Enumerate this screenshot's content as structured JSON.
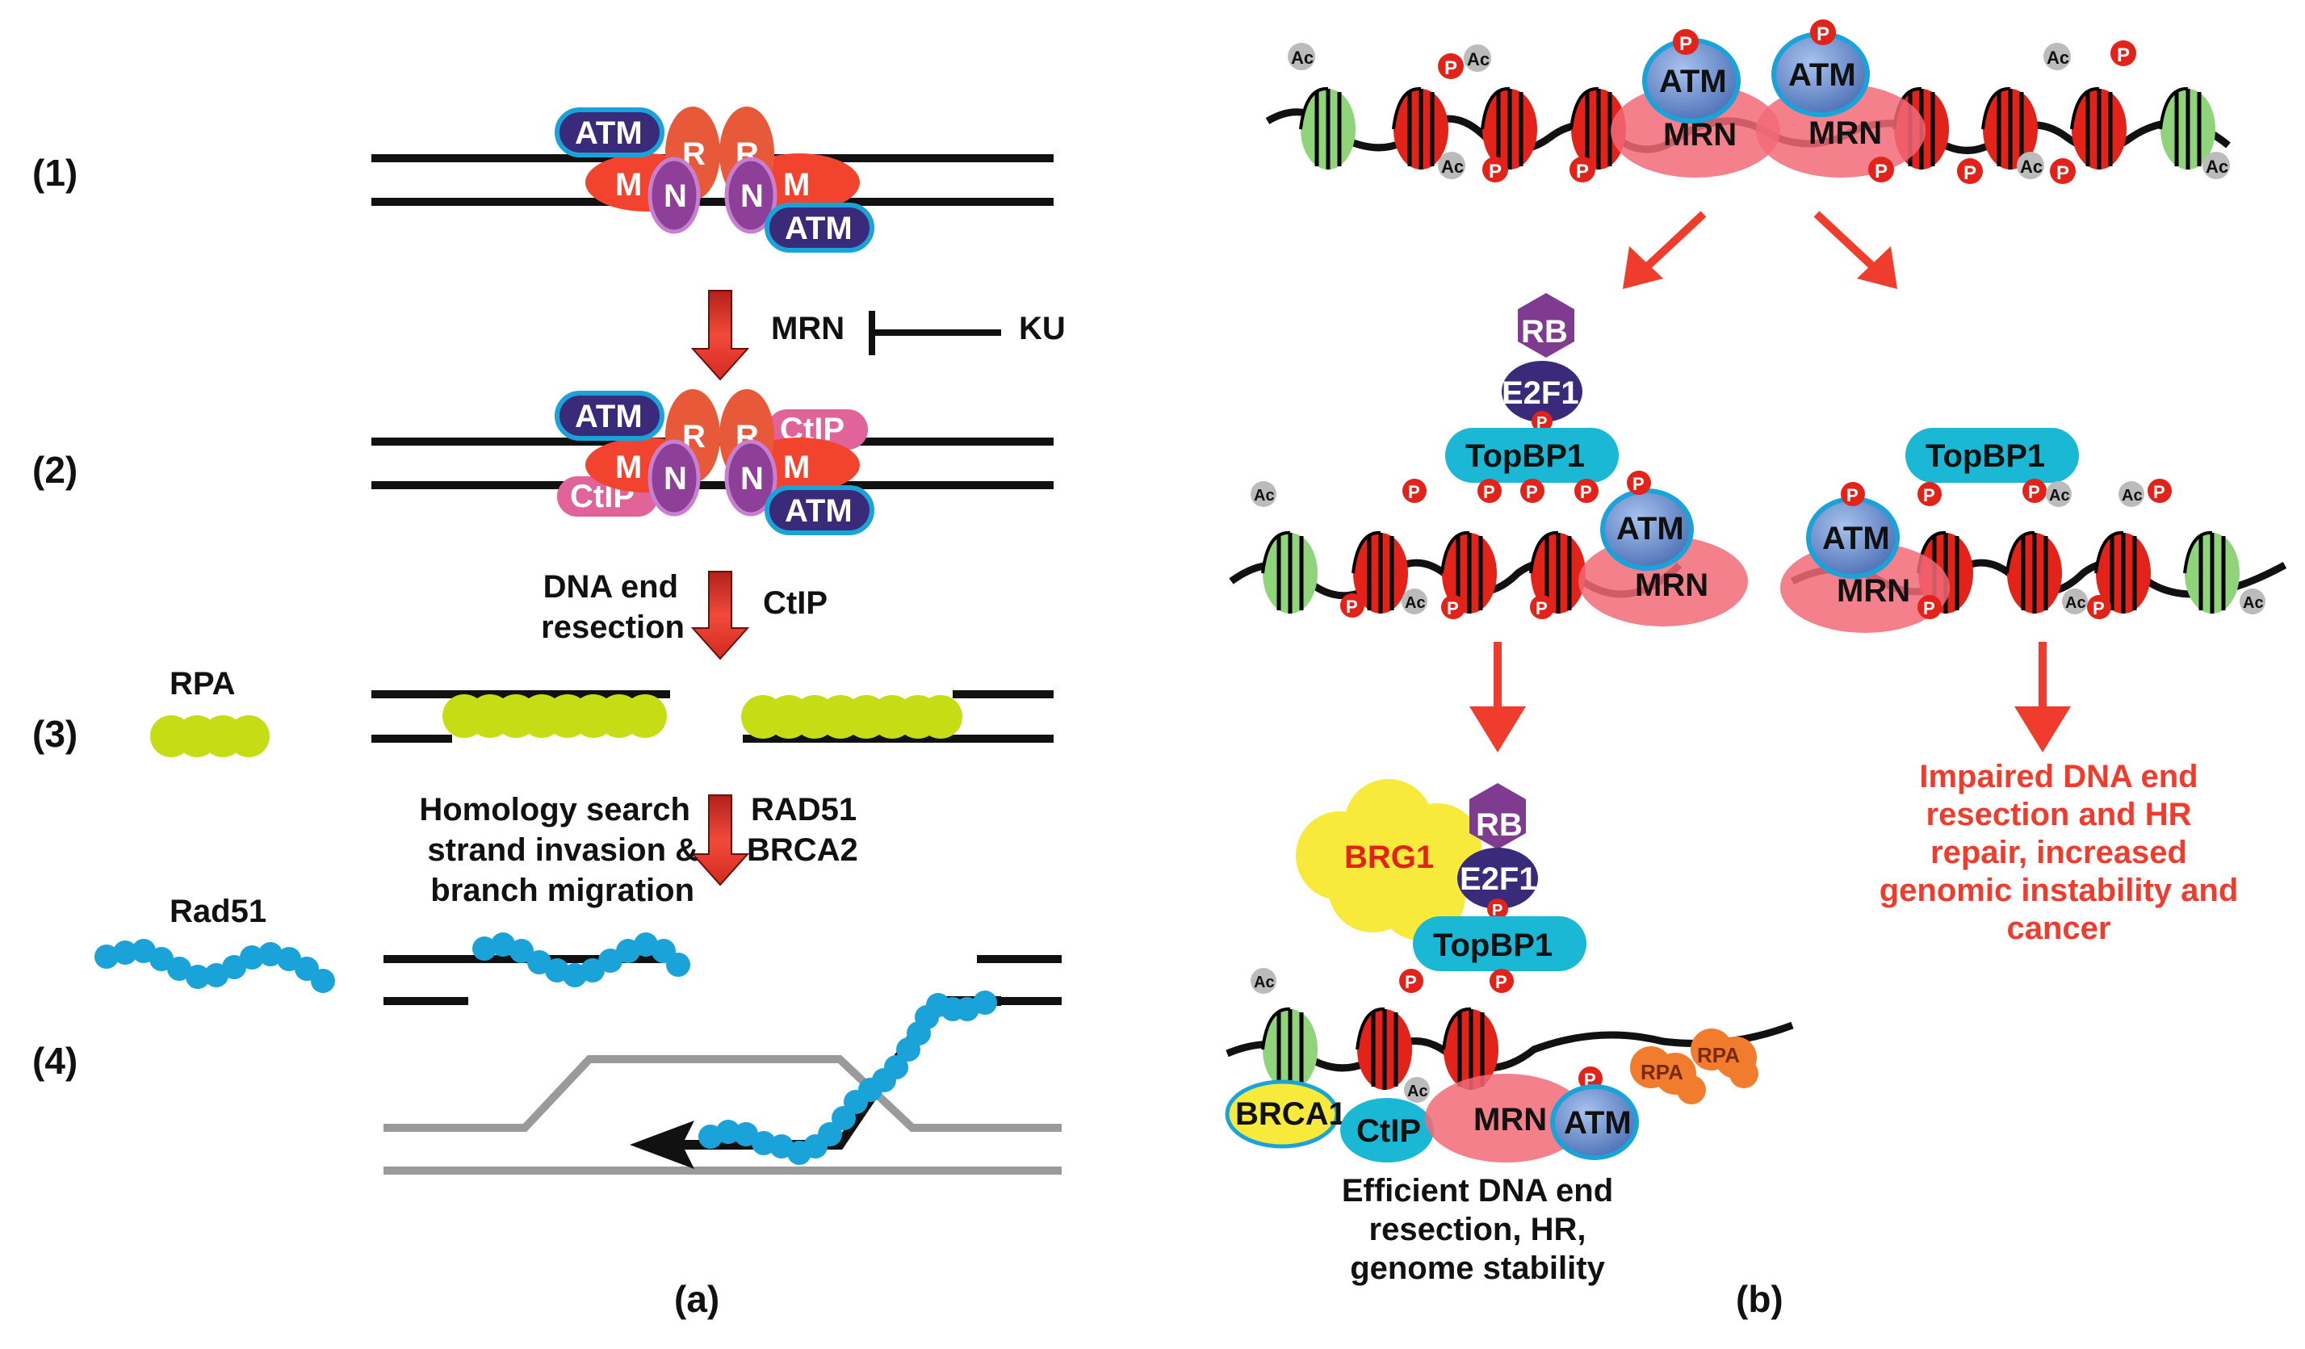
{
  "panel_a": {
    "step_labels": [
      "(1)",
      "(2)",
      "(3)",
      "(4)"
    ],
    "protein_labels": {
      "atm": "ATM",
      "mre11": "M",
      "rad50": "R",
      "nbs1": "N",
      "ctip": "CtIP"
    },
    "inhibition": {
      "mrn": "MRN",
      "ku": "KU"
    },
    "step2_to_3": {
      "left_line1": "DNA end",
      "left_line2": "resection",
      "right": "CtIP"
    },
    "rpa_label": "RPA",
    "rad51_label": "Rad51",
    "step3_to_4": {
      "left_line1": "Homology search",
      "left_line2": "strand invasion &",
      "left_line3": "branch migration",
      "right_line1": "RAD51",
      "right_line2": "BRCA2"
    },
    "caption": "(a)"
  },
  "panel_b": {
    "mod_labels": {
      "acetyl": "Ac",
      "phospho": "P"
    },
    "protein_labels": {
      "atm": "ATM",
      "mrn": "MRN",
      "rb": "RB",
      "e2f1": "E2F1",
      "topbp1": "TopBP1",
      "brg1": "BRG1",
      "brca1": "BRCA1",
      "ctip": "CtIP",
      "rpa": "RPA"
    },
    "outcome_good": [
      "Efficient DNA end",
      "resection, HR,",
      "genome stability"
    ],
    "outcome_bad": [
      "Impaired DNA end",
      "resection and HR",
      "repair, increased",
      "genomic instability and",
      "cancer"
    ],
    "caption": "(b)"
  },
  "colors": {
    "arrow_red": "#f03c2c",
    "atm_fill": "#3a2b7a",
    "atm_ring": "#1aa3d9",
    "mre11": "#f2432e",
    "rad50": "#e8593a",
    "nbs1": "#8e3f98",
    "rpa_green": "#c6dc14",
    "rad51_blue": "#1aa3d9",
    "nucleosome_red": "#e32219",
    "nucleosome_green": "#8fd47a",
    "topbp1": "#1ab8d4",
    "rb": "#7e3b8f",
    "brg1": "#f7ea3a",
    "mrn_pink": "#f26a78",
    "ctip": "#e0649a"
  }
}
